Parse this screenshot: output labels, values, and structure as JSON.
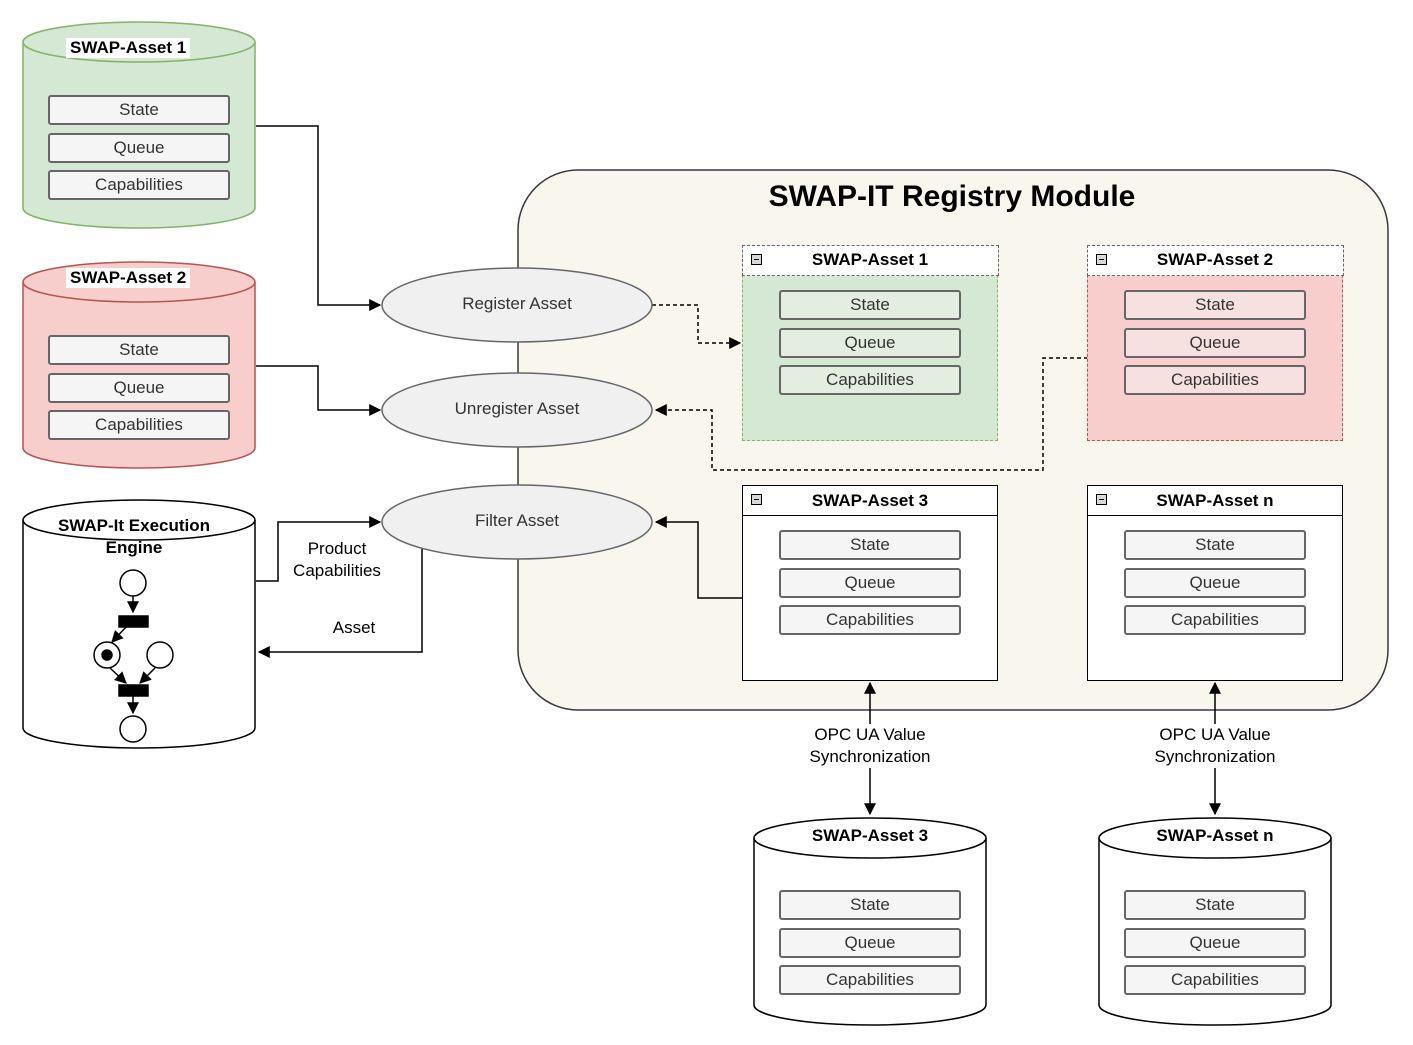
{
  "colors": {
    "green_fill": "#d5e8d4",
    "green_stroke": "#82b366",
    "red_fill": "#f8cecc",
    "red_stroke": "#b85450",
    "module_fill": "#f9f7ed",
    "ellipse_fill": "#f0f0f0"
  },
  "module": {
    "title": "SWAP-IT Registry Module"
  },
  "left_assets": {
    "asset1": {
      "title": "SWAP-Asset 1",
      "fields": [
        "State",
        "Queue",
        "Capabilities"
      ]
    },
    "asset2": {
      "title": "SWAP-Asset 2",
      "fields": [
        "State",
        "Queue",
        "Capabilities"
      ]
    }
  },
  "execution_engine": {
    "title": "SWAP-It Execution Engine",
    "icon": "petri-net-icon"
  },
  "operations": {
    "register": "Register Asset",
    "unregister": "Unregister Asset",
    "filter": "Filter Asset"
  },
  "registry_panes": {
    "asset1": {
      "title": "SWAP-Asset 1",
      "fields": [
        "State",
        "Queue",
        "Capabilities"
      ]
    },
    "asset2": {
      "title": "SWAP-Asset 2",
      "fields": [
        "State",
        "Queue",
        "Capabilities"
      ]
    },
    "asset3": {
      "title": "SWAP-Asset 3",
      "fields": [
        "State",
        "Queue",
        "Capabilities"
      ]
    },
    "assetn": {
      "title": "SWAP-Asset n",
      "fields": [
        "State",
        "Queue",
        "Capabilities"
      ]
    }
  },
  "bottom_assets": {
    "asset3": {
      "title": "SWAP-Asset 3",
      "fields": [
        "State",
        "Queue",
        "Capabilities"
      ]
    },
    "assetn": {
      "title": "SWAP-Asset n",
      "fields": [
        "State",
        "Queue",
        "Capabilities"
      ]
    }
  },
  "edge_labels": {
    "product_capabilities": "Product\nCapabilities",
    "asset": "Asset",
    "sync_left": "OPC UA Value\nSynchronization",
    "sync_right": "OPC UA Value\nSynchronization"
  }
}
